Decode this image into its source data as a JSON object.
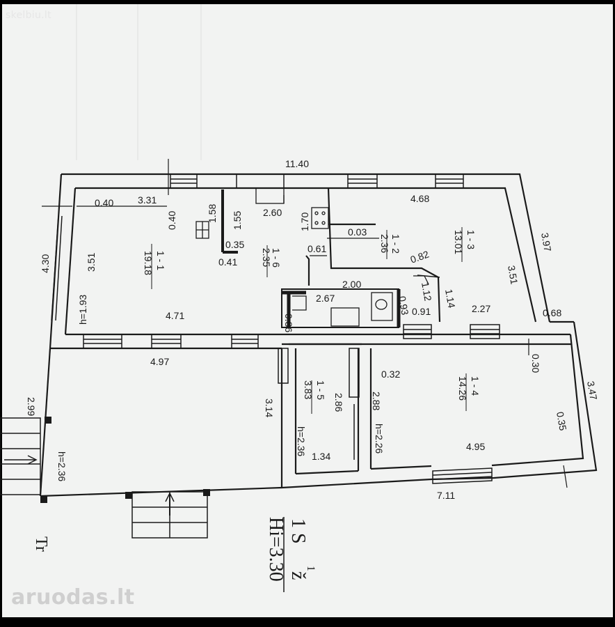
{
  "watermarks": {
    "top": "skelbiu.lt",
    "bottom": "aruodas.lt"
  },
  "plan": {
    "overall_width": "11.40",
    "stamp_line1": "1 S",
    "stamp_sup": "1",
    "stamp_suffix": "ž",
    "stamp_line2": "Hi=3.30",
    "entrance_label": "Tr",
    "rooms": [
      {
        "id": "1 - 1",
        "area": "19.18"
      },
      {
        "id": "1 - 2",
        "area": "2.36"
      },
      {
        "id": "1 - 3",
        "area": "13.01"
      },
      {
        "id": "1 - 4",
        "area": "14.26"
      },
      {
        "id": "1 - 5",
        "area": "3.83"
      },
      {
        "id": "1 - 6",
        "area": "2.35"
      }
    ],
    "dims": {
      "d_040_a": "0.40",
      "d_331": "3.31",
      "d_040_b": "0.40",
      "d_158": "1.58",
      "d_155": "1.55",
      "d_035_a": "0.35",
      "d_041": "0.41",
      "d_260": "2.60",
      "d_170": "1.70",
      "d_468": "4.68",
      "d_003": "0.03",
      "d_061": "0.61",
      "d_082": "0.82",
      "d_397": "3.97",
      "d_351_a": "3.51",
      "d_351_b": "3.51",
      "d_430": "4.30",
      "d_h193": "h=1.93",
      "d_471": "4.71",
      "d_200": "2.00",
      "d_267": "2.67",
      "d_086": "0.86",
      "d_093": "0.93",
      "d_112": "1.12",
      "d_091": "0.91",
      "d_114": "1.14",
      "d_227": "2.27",
      "d_068": "0.68",
      "d_497": "4.97",
      "d_032": "0.32",
      "d_030": "0.30",
      "d_286": "2.86",
      "d_288": "2.88",
      "d_314": "3.14",
      "d_347": "3.47",
      "d_299": "2.99",
      "d_h236_a": "h=2.36",
      "d_h236_b": "h=2.36",
      "d_h226": "h=2.26",
      "d_134": "1.34",
      "d_495": "4.95",
      "d_035_b": "0.35",
      "d_711": "7.11"
    }
  },
  "colors": {
    "frame": "#000000",
    "paper": "#f2f3f2",
    "ink": "#1a1a1a"
  }
}
